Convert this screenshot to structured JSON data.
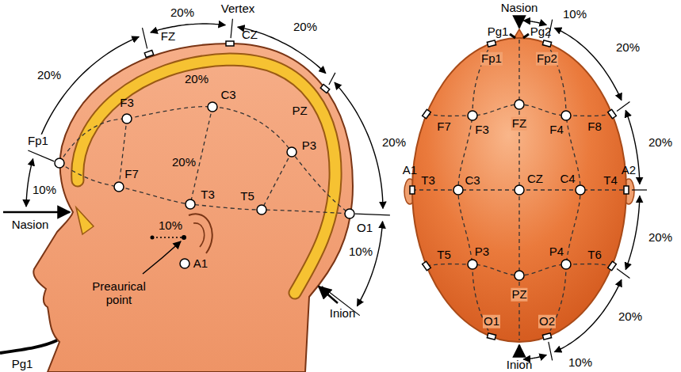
{
  "diagram": {
    "labels": [
      "20%",
      "Vertex",
      "FZ",
      "CZ",
      "20%",
      "20%",
      "F3",
      "20%",
      "C3",
      "PZ",
      "P3",
      "20%",
      "20%",
      "Fp1",
      "10%",
      "F7",
      "T3",
      "T5",
      "O1",
      "Nasion",
      "10%",
      "10%",
      "Preaurical point",
      "A1",
      "Inion",
      "Pg1",
      "Nasion",
      "Pg1",
      "Pg2",
      "10%",
      "Fp1",
      "Fp2",
      "20%",
      "F7",
      "F3",
      "FZ",
      "F4",
      "F8",
      "20%",
      "A1",
      "T3",
      "C3",
      "CZ",
      "C4",
      "T4",
      "A2",
      "20%",
      "T5",
      "P3",
      "PZ",
      "P4",
      "T6",
      "O1",
      "O2",
      "20%",
      "Inion",
      "10%"
    ]
  }
}
